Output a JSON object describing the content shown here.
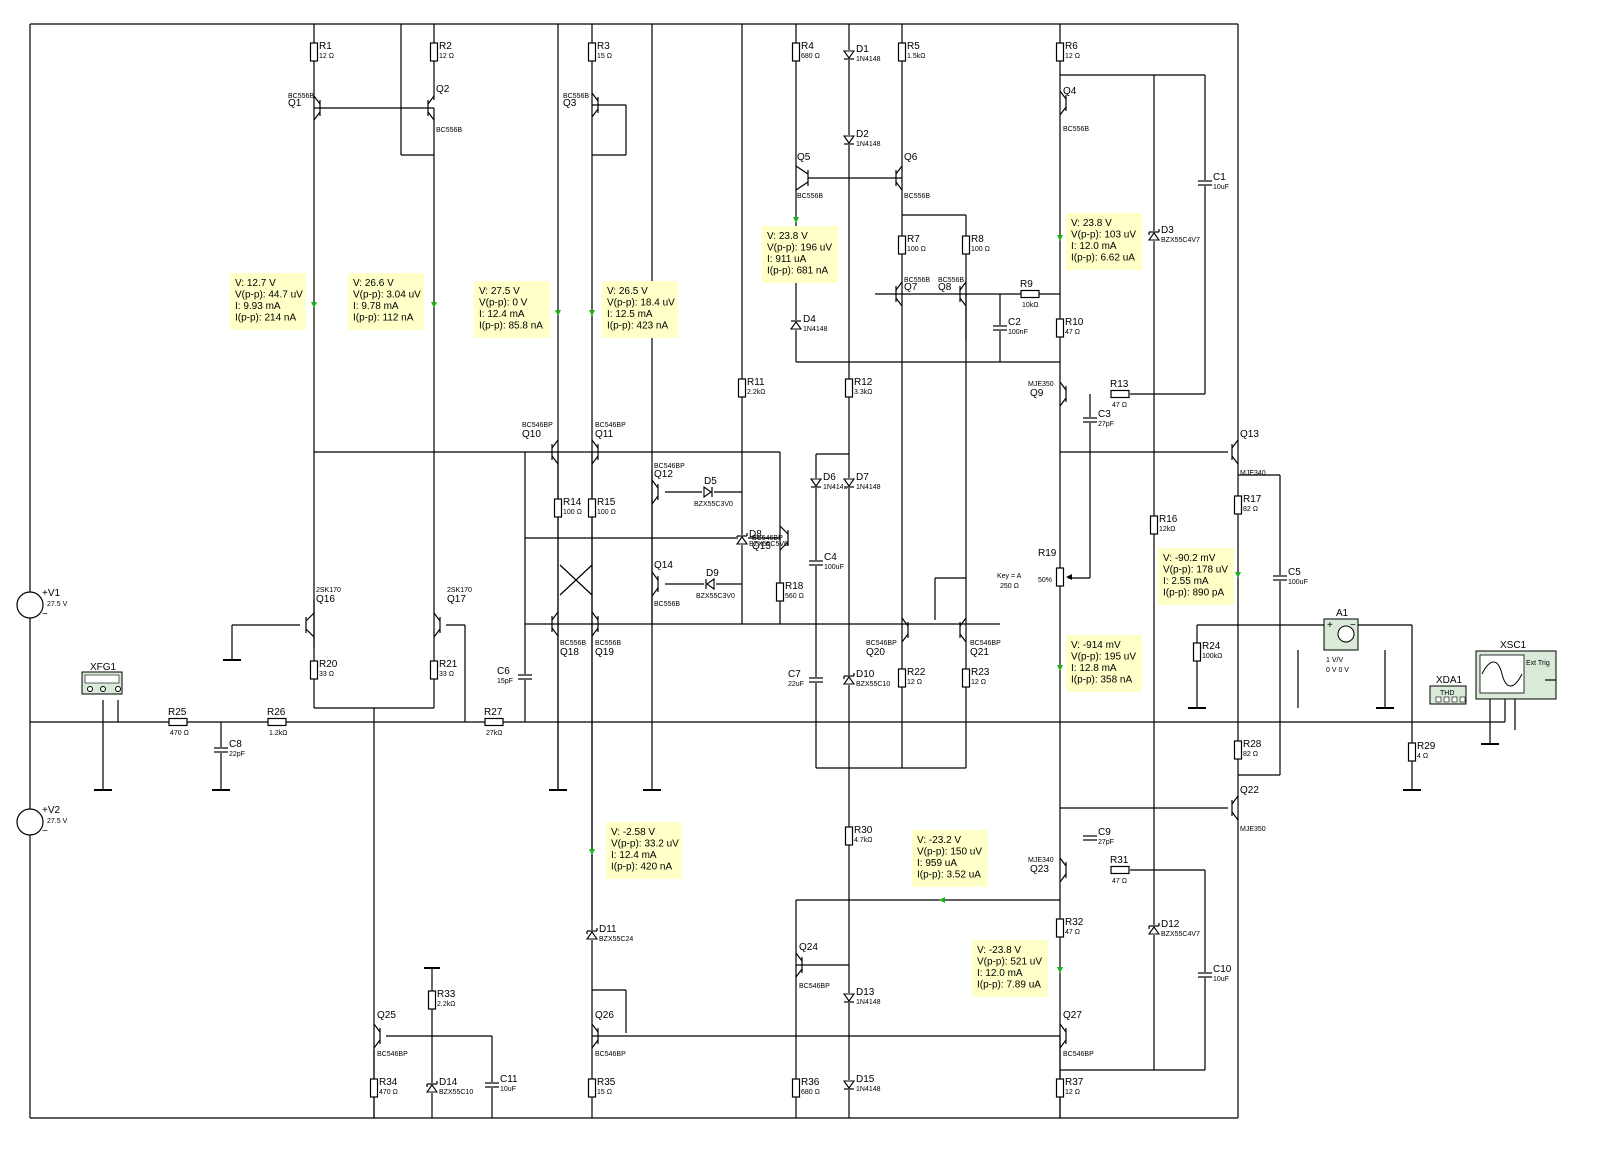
{
  "components": {
    "resistors": [
      {
        "ref": "R1",
        "value": "12 Ω"
      },
      {
        "ref": "R2",
        "value": "12 Ω"
      },
      {
        "ref": "R3",
        "value": "15 Ω"
      },
      {
        "ref": "R4",
        "value": "680 Ω"
      },
      {
        "ref": "R5",
        "value": "1.5kΩ"
      },
      {
        "ref": "R6",
        "value": "12 Ω"
      },
      {
        "ref": "R7",
        "value": "100 Ω"
      },
      {
        "ref": "R8",
        "value": "100 Ω"
      },
      {
        "ref": "R9",
        "value": "10kΩ"
      },
      {
        "ref": "R10",
        "value": "47 Ω"
      },
      {
        "ref": "R11",
        "value": "2.2kΩ"
      },
      {
        "ref": "R12",
        "value": "3.3kΩ"
      },
      {
        "ref": "R13",
        "value": "47 Ω"
      },
      {
        "ref": "R14",
        "value": "100 Ω"
      },
      {
        "ref": "R15",
        "value": "100 Ω"
      },
      {
        "ref": "R16",
        "value": "12kΩ"
      },
      {
        "ref": "R17",
        "value": "82 Ω"
      },
      {
        "ref": "R18",
        "value": "560 Ω"
      },
      {
        "ref": "R20",
        "value": "33 Ω"
      },
      {
        "ref": "R21",
        "value": "33 Ω"
      },
      {
        "ref": "R22",
        "value": "12 Ω"
      },
      {
        "ref": "R23",
        "value": "12 Ω"
      },
      {
        "ref": "R24",
        "value": "100kΩ"
      },
      {
        "ref": "R25",
        "value": "470 Ω"
      },
      {
        "ref": "R26",
        "value": "1.2kΩ"
      },
      {
        "ref": "R27",
        "value": "27kΩ"
      },
      {
        "ref": "R28",
        "value": "82 Ω"
      },
      {
        "ref": "R29",
        "value": "4 Ω"
      },
      {
        "ref": "R30",
        "value": "4.7kΩ"
      },
      {
        "ref": "R31",
        "value": "47 Ω"
      },
      {
        "ref": "R32",
        "value": "47 Ω"
      },
      {
        "ref": "R33",
        "value": "2.2kΩ"
      },
      {
        "ref": "R34",
        "value": "470 Ω"
      },
      {
        "ref": "R35",
        "value": "15 Ω"
      },
      {
        "ref": "R36",
        "value": "680 Ω"
      },
      {
        "ref": "R37",
        "value": "12 Ω"
      }
    ],
    "capacitors": [
      {
        "ref": "C1",
        "value": "10uF"
      },
      {
        "ref": "C2",
        "value": "100nF"
      },
      {
        "ref": "C3",
        "value": "27pF"
      },
      {
        "ref": "C4",
        "value": "100uF"
      },
      {
        "ref": "C5",
        "value": "100uF"
      },
      {
        "ref": "C6",
        "value": "15pF"
      },
      {
        "ref": "C7",
        "value": "22uF"
      },
      {
        "ref": "C8",
        "value": "22pF"
      },
      {
        "ref": "C9",
        "value": "27pF"
      },
      {
        "ref": "C10",
        "value": "10uF"
      },
      {
        "ref": "C11",
        "value": "10uF"
      }
    ],
    "diodes": [
      {
        "ref": "D1",
        "value": "1N4148"
      },
      {
        "ref": "D2",
        "value": "1N4148"
      },
      {
        "ref": "D3",
        "value": "BZX55C4V7"
      },
      {
        "ref": "D4",
        "value": "1N4148"
      },
      {
        "ref": "D5",
        "value": "BZX55C3V0"
      },
      {
        "ref": "D6",
        "value": "1N4148"
      },
      {
        "ref": "D7",
        "value": "1N4148"
      },
      {
        "ref": "D8",
        "value": "BZX55C5V6"
      },
      {
        "ref": "D9",
        "value": "BZX55C3V0"
      },
      {
        "ref": "D10",
        "value": "BZX55C10"
      },
      {
        "ref": "D11",
        "value": "BZX55C24"
      },
      {
        "ref": "D12",
        "value": "BZX55C4V7"
      },
      {
        "ref": "D13",
        "value": "1N4148"
      },
      {
        "ref": "D14",
        "value": "BZX55C10"
      },
      {
        "ref": "D15",
        "value": "1N4148"
      }
    ],
    "transistors": [
      {
        "ref": "Q1",
        "value": "BC556B"
      },
      {
        "ref": "Q2",
        "value": "BC556B"
      },
      {
        "ref": "Q3",
        "value": "BC556B"
      },
      {
        "ref": "Q4",
        "value": "BC556B"
      },
      {
        "ref": "Q5",
        "value": "BC556B"
      },
      {
        "ref": "Q6",
        "value": "BC556B"
      },
      {
        "ref": "Q7",
        "value": "BC556B"
      },
      {
        "ref": "Q8",
        "value": "BC556B"
      },
      {
        "ref": "Q9",
        "value": "MJE350"
      },
      {
        "ref": "Q10",
        "value": "BC546BP"
      },
      {
        "ref": "Q11",
        "value": "BC546BP"
      },
      {
        "ref": "Q12",
        "value": "BC546BP"
      },
      {
        "ref": "Q13",
        "value": "MJE340"
      },
      {
        "ref": "Q14",
        "value": "BC556B"
      },
      {
        "ref": "Q15",
        "value": "BC546BP"
      },
      {
        "ref": "Q16",
        "value": "2SK170"
      },
      {
        "ref": "Q17",
        "value": "2SK170"
      },
      {
        "ref": "Q18",
        "value": "BC556B"
      },
      {
        "ref": "Q19",
        "value": "BC556B"
      },
      {
        "ref": "Q20",
        "value": "BC546BP"
      },
      {
        "ref": "Q21",
        "value": "BC546BP"
      },
      {
        "ref": "Q22",
        "value": "MJE350"
      },
      {
        "ref": "Q23",
        "value": "MJE340"
      },
      {
        "ref": "Q24",
        "value": "BC546BP"
      },
      {
        "ref": "Q25",
        "value": "BC546BP"
      },
      {
        "ref": "Q26",
        "value": "BC546BP"
      },
      {
        "ref": "Q27",
        "value": "BC546BP"
      }
    ],
    "sources": [
      {
        "ref": "V1",
        "value": "27.5 V"
      },
      {
        "ref": "V2",
        "value": "27.5 V"
      }
    ],
    "pot": {
      "ref": "R19",
      "key": "Key = A",
      "value": "250 Ω",
      "pct": "50%"
    },
    "instruments": {
      "xfg": "XFG1",
      "xda": "XDA1",
      "xda_sub": "THD",
      "xsc": "XSC1",
      "ammeter": "A1",
      "ammeter_scale": "1 V/V",
      "ammeter_offset": "0 V 0 V",
      "xsc_trig": "Ext Trig"
    }
  },
  "probes": [
    {
      "id": "p1",
      "lines": [
        "V: 12.7 V",
        "V(p-p): 44.7 uV",
        "I: 9.93 mA",
        "I(p-p): 214 nA"
      ]
    },
    {
      "id": "p2",
      "lines": [
        "V: 26.6 V",
        "V(p-p): 3.04 uV",
        "I: 9.78 mA",
        "I(p-p): 112 nA"
      ]
    },
    {
      "id": "p3",
      "lines": [
        "V: 27.5 V",
        "V(p-p): 0 V",
        "I: 12.4 mA",
        "I(p-p): 85.8 nA"
      ]
    },
    {
      "id": "p4",
      "lines": [
        "V: 26.5 V",
        "V(p-p): 18.4 uV",
        "I: 12.5 mA",
        "I(p-p): 423 nA"
      ]
    },
    {
      "id": "p5",
      "lines": [
        "V: 23.8 V",
        "V(p-p): 196 uV",
        "I: 911 uA",
        "I(p-p): 681 nA"
      ]
    },
    {
      "id": "p6",
      "lines": [
        "V: 23.8 V",
        "V(p-p): 103 uV",
        "I: 12.0 mA",
        "I(p-p): 6.62 uA"
      ]
    },
    {
      "id": "p7",
      "lines": [
        "V: -90.2 mV",
        "V(p-p): 178 uV",
        "I: 2.55 mA",
        "I(p-p): 890 pA"
      ]
    },
    {
      "id": "p8",
      "lines": [
        "V: -914 mV",
        "V(p-p): 195 uV",
        "I: 12.8 mA",
        "I(p-p): 358 nA"
      ]
    },
    {
      "id": "p9",
      "lines": [
        "V: -2.58 V",
        "V(p-p): 33.2 uV",
        "I: 12.4 mA",
        "I(p-p): 420 nA"
      ]
    },
    {
      "id": "p10",
      "lines": [
        "V: -23.2 V",
        "V(p-p): 150 uV",
        "I: 959 uA",
        "I(p-p): 3.52 uA"
      ]
    },
    {
      "id": "p11",
      "lines": [
        "V: -23.8 V",
        "V(p-p): 521 uV",
        "I: 12.0 mA",
        "I(p-p): 7.89 uA"
      ]
    }
  ]
}
